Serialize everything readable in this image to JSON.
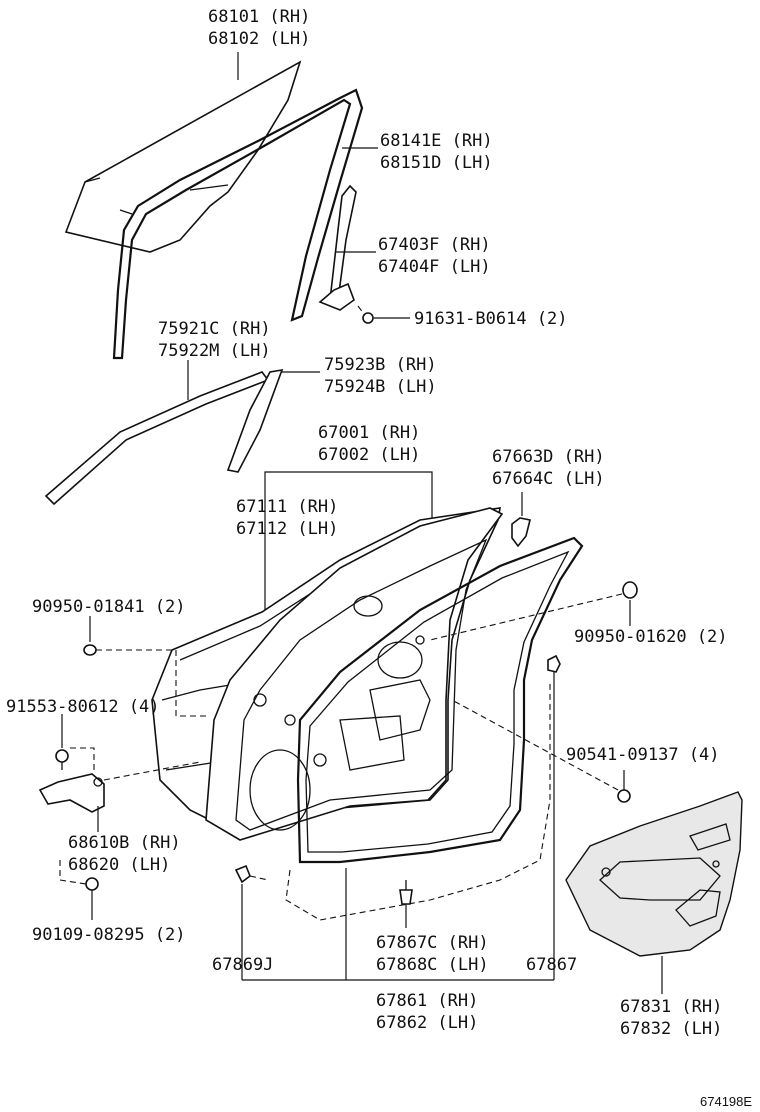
{
  "labels": {
    "glass": [
      "68101 (RH)",
      "68102 (LH)"
    ],
    "run_channel": [
      "68141E (RH)",
      "68151D (LH)"
    ],
    "rear_channel": [
      "67403F (RH)",
      "67404F (LH)"
    ],
    "bolt": "91631-B0614 (2)",
    "belt_moulding": [
      "75921C (RH)",
      "75922M (LH)"
    ],
    "frame_garnish": [
      "75923B (RH)",
      "75924B (LH)"
    ],
    "door_panel": [
      "67001 (RH)",
      "67002 (LH)"
    ],
    "outer_panel": [
      "67111 (RH)",
      "67112 (LH)"
    ],
    "mirror_bracket": [
      "67663D (RH)",
      "67664C (LH)"
    ],
    "hole_plug_1": "90950-01841 (2)",
    "hole_plug_2": "90950-01620 (2)",
    "hinge_bolt": "91553-80612 (4)",
    "clip": "90541-09137 (4)",
    "check_assy": [
      "68610B (RH)",
      "68620  (LH)"
    ],
    "check_bolt": "90109-08295 (2)",
    "weatherstrip_clip": [
      "67867C (RH)",
      "67868C (LH)"
    ],
    "clip_left": "67869J",
    "clip_right": "67867",
    "weatherstrip": [
      "67861 (RH)",
      "67862 (LH)"
    ],
    "service_hole_cover": [
      "67831 (RH)",
      "67832 (LH)"
    ],
    "ref_code": "674198E"
  }
}
